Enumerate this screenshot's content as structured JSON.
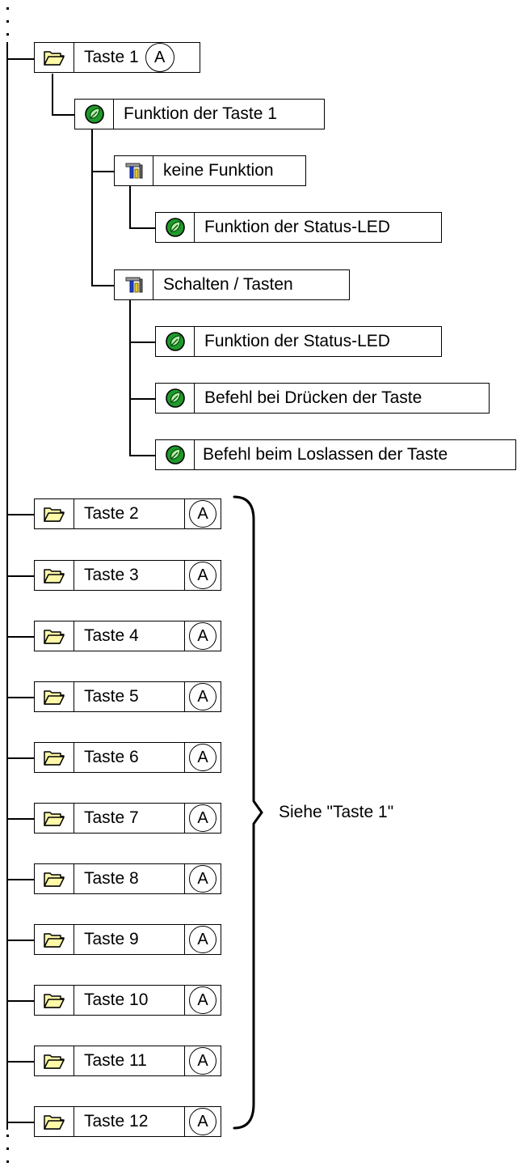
{
  "badge": "A",
  "tree": {
    "taste1": {
      "label": "Taste 1",
      "function": {
        "label": "Funktion der Taste 1",
        "options": [
          {
            "label": "keine Funktion",
            "parameters": [
              "Funktion der Status-LED"
            ]
          },
          {
            "label": "Schalten / Tasten",
            "parameters": [
              "Funktion der Status-LED",
              "Befehl bei Drücken der Taste",
              "Befehl beim Loslassen der Taste"
            ]
          }
        ]
      }
    },
    "keys": [
      "Taste 2",
      "Taste 3",
      "Taste 4",
      "Taste 5",
      "Taste 6",
      "Taste 7",
      "Taste 8",
      "Taste 9",
      "Taste 10",
      "Taste 11",
      "Taste 12"
    ],
    "brace_note": "Siehe \"Taste 1\""
  },
  "icons": {
    "folder": "folder-icon",
    "parameter": "parameter-leaf-icon",
    "option": "tool-option-icon"
  },
  "colors": {
    "folder_fill": "#fff9a8",
    "leaf_green": "#1e9a2a",
    "tool_blue": "#1a3fd6",
    "tool_yellow": "#e8c820"
  }
}
